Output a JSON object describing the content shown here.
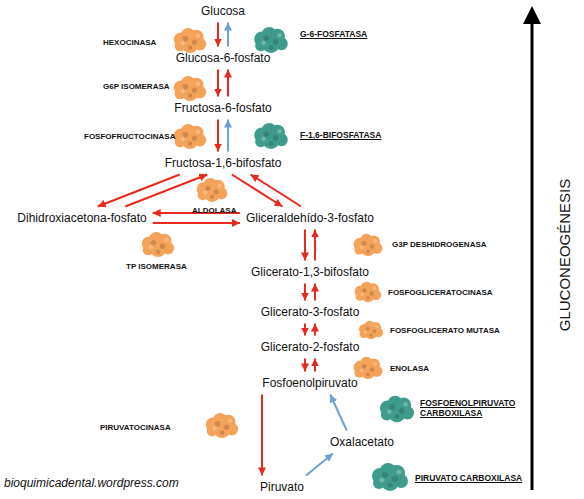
{
  "diagram": {
    "nodes": [
      {
        "text": [
          "Glucosa"
        ]
      },
      {
        "text": [
          "Glucosa-6-fosfato"
        ]
      },
      {
        "text": [
          "Fructosa-6-fosfato"
        ]
      },
      {
        "text": [
          "Fructosa-1,6-bifosfato"
        ]
      },
      {
        "text": [
          "Dihidroxiacetona-fosfato"
        ]
      },
      {
        "text": [
          "Gliceraldehído-3-fosfato"
        ]
      },
      {
        "text": [
          "Glicerato-1,3-bifosfato"
        ]
      },
      {
        "text": [
          "Glicerato-3-fosfato"
        ]
      },
      {
        "text": [
          "Glicerato-2-fosfato"
        ]
      },
      {
        "text": [
          "Fosfoenolpiruvato"
        ]
      },
      {
        "text": [
          "Oxalacetato"
        ]
      },
      {
        "text": [
          "Piruvato"
        ]
      }
    ],
    "edges": [
      {
        "from": 0,
        "to": 1,
        "arrow": "to"
      },
      {
        "from": 1,
        "to": 0,
        "arrow": "to"
      },
      {
        "from": 1,
        "to": 2,
        "arrow": "to"
      },
      {
        "from": 2,
        "to": 1,
        "arrow": "to"
      },
      {
        "from": 2,
        "to": 3,
        "arrow": "to"
      },
      {
        "from": 3,
        "to": 2,
        "arrow": "to"
      },
      {
        "from": 3,
        "to": 4,
        "arrow": "to"
      },
      {
        "from": 4,
        "to": 3,
        "arrow": "to"
      },
      {
        "from": 3,
        "to": 5,
        "arrow": "to"
      },
      {
        "from": 5,
        "to": 3,
        "arrow": "to"
      },
      {
        "from": 4,
        "to": 5,
        "arrow": "to"
      },
      {
        "from": 5,
        "to": 4,
        "arrow": "to"
      },
      {
        "from": 5,
        "to": 6,
        "arrow": "to"
      },
      {
        "from": 6,
        "to": 5,
        "arrow": "to"
      },
      {
        "from": 6,
        "to": 7,
        "arrow": "to"
      },
      {
        "from": 7,
        "to": 6,
        "arrow": "to"
      },
      {
        "from": 7,
        "to": 8,
        "arrow": "to"
      },
      {
        "from": 8,
        "to": 7,
        "arrow": "to"
      },
      {
        "from": 8,
        "to": 9,
        "arrow": "to"
      },
      {
        "from": 9,
        "to": 8,
        "arrow": "to"
      },
      {
        "from": 9,
        "to": 11,
        "arrow": "to"
      },
      {
        "from": 11,
        "to": 10,
        "arrow": "to"
      },
      {
        "from": 10,
        "to": 9,
        "arrow": "to"
      }
    ],
    "labels": [
      "HEXOCINASA",
      "G-6-FOSFATASA",
      "G6P ISOMERASA",
      "FOSFOFRUCTOCINASA",
      "F-1,6-BIFOSFATASA",
      "ALDOLASA",
      "TP ISOMERASA",
      "G3P DESHIDROGENASA",
      "FOSFOGLICERATOCINASA",
      "FOSFOGLICERATO MUTASA",
      "ENOLASA",
      "PIRUVATOCINASA",
      "FOSFOENOLPIRUVATO CARBOXILASA",
      "PIRUVATO CARBOXILASA",
      "bioquimicadental.wordpress.com",
      "GLUCONEOGÉNESIS"
    ]
  }
}
